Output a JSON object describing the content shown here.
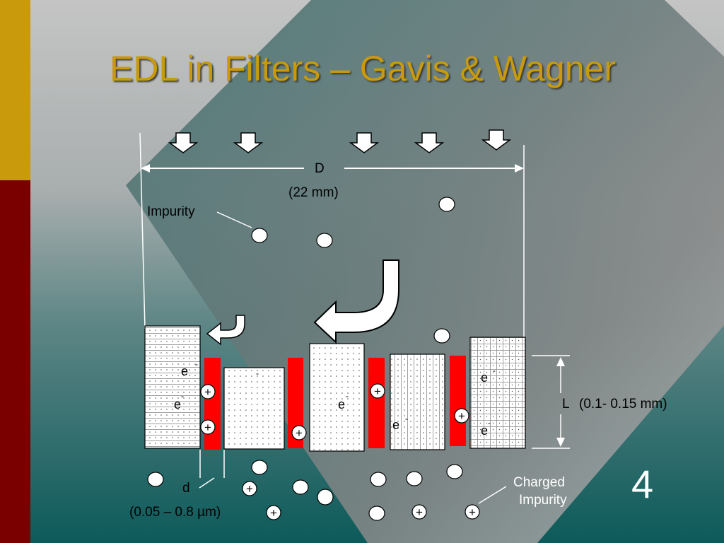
{
  "title": "EDL in Filters – Gavis & Wagner",
  "page_number": "4",
  "labels": {
    "D": "D",
    "D_value": "(22 mm)",
    "impurity": "Impurity",
    "L": "L",
    "L_value": "(0.1- 0.15 mm)",
    "d": "d",
    "d_value": "(0.05 – 0.8 µm)",
    "charged_impurity_1": "Charged",
    "charged_impurity_2": "Impurity",
    "electron": "e",
    "minus": "-",
    "plus": "+"
  },
  "colors": {
    "title": "#c99a0c",
    "gold_bar": "#c99a0c",
    "maroon_bar": "#7a0000",
    "red_strip": "#ff0000",
    "background_top": "#c2c2c2",
    "background_bottom": "#0f5c5c"
  }
}
